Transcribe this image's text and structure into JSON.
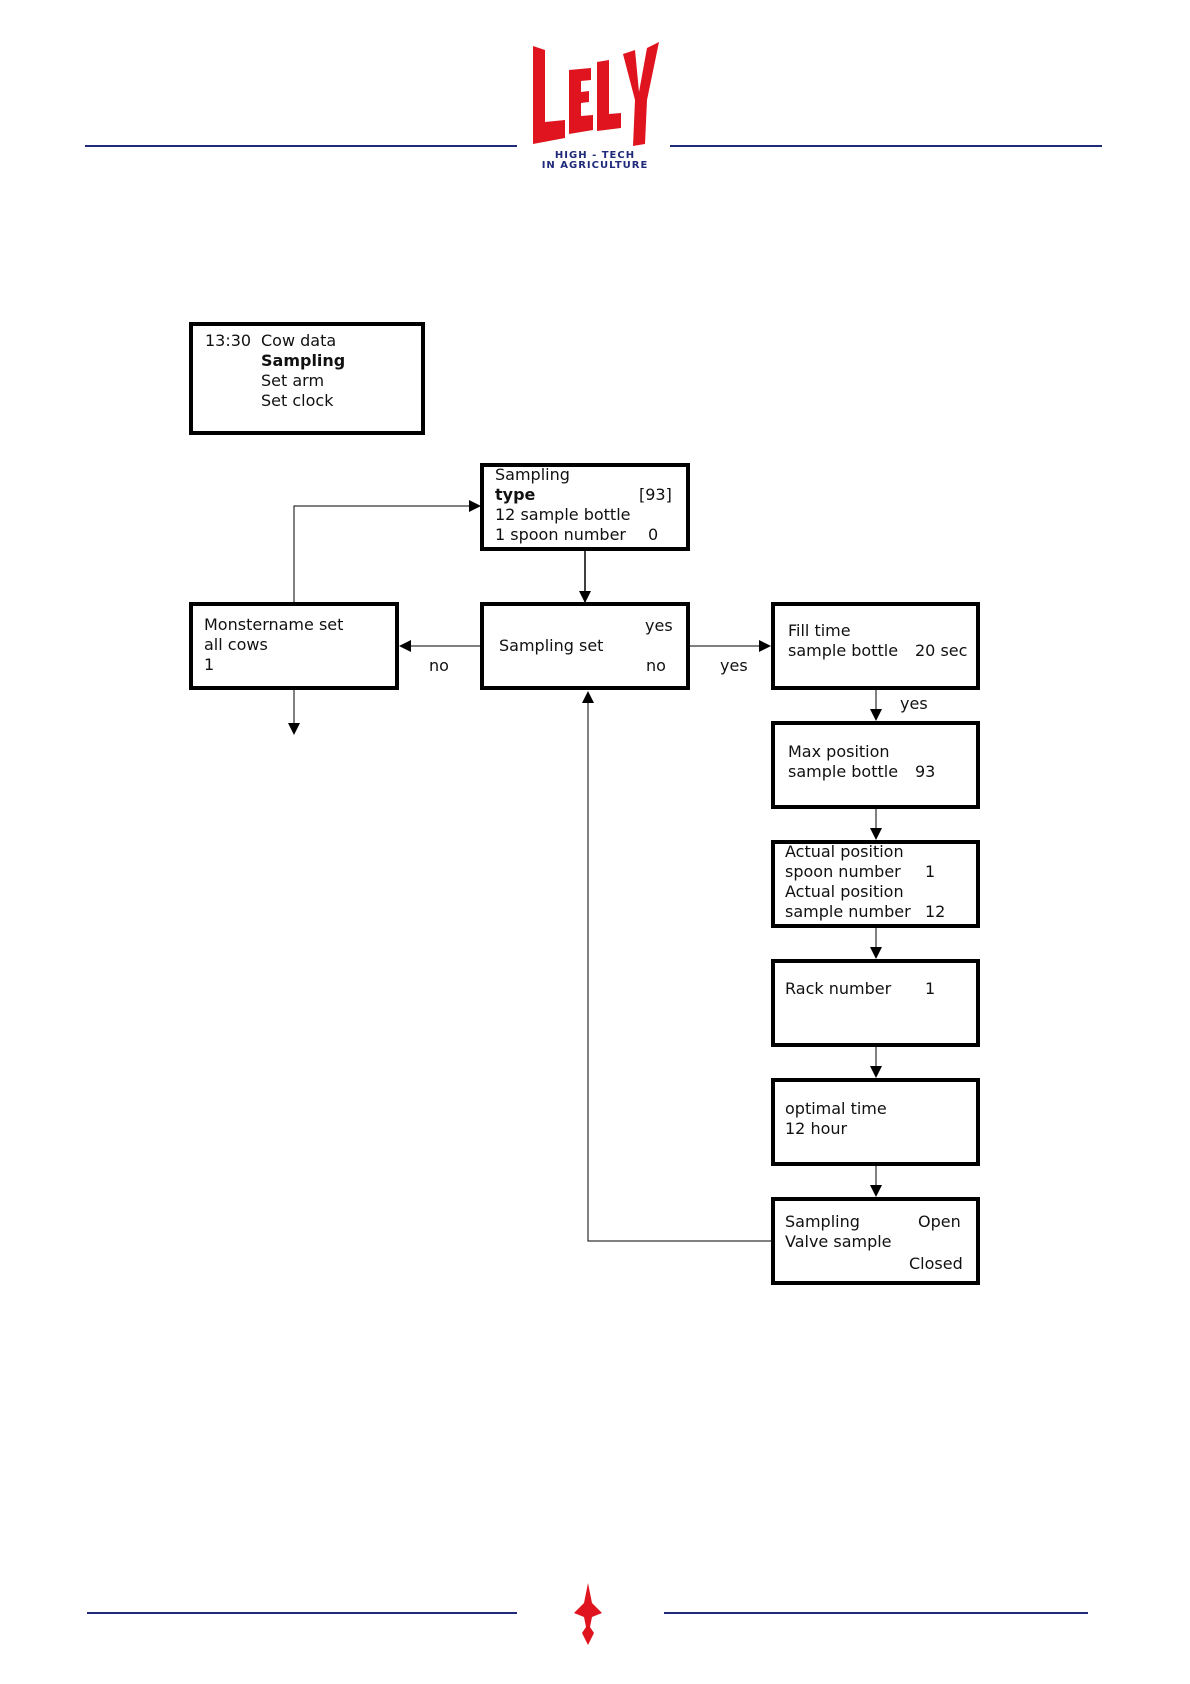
{
  "header": {
    "logo_text": "LELY",
    "tagline_line1": "HIGH - TECH",
    "tagline_line2": "IN AGRICULTURE"
  },
  "menu": {
    "time": "13:30",
    "item1": "Cow data",
    "item2": "Sampling",
    "item3": "Set arm",
    "item4": "Set clock"
  },
  "sampling_type": {
    "line1": "Sampling",
    "label": "type",
    "value": "[93]",
    "line3": "12 sample bottle",
    "line4_label": "1 spoon number",
    "line4_value": "0"
  },
  "monstername": {
    "line1": "Monstername set",
    "line2": "all cows",
    "line3": "1"
  },
  "sampling_set": {
    "label": "Sampling set",
    "yes": "yes",
    "no": "no"
  },
  "fill_time": {
    "line1": "Fill time",
    "line2_label": "sample bottle",
    "line2_value": "20 sec"
  },
  "max_position": {
    "line1": "Max position",
    "line2_label": "sample bottle",
    "line2_value": "93"
  },
  "actual_position": {
    "line1": "Actual position",
    "line2_label": "spoon number",
    "line2_value": "1",
    "line3": "Actual position",
    "line4_label": "sample number",
    "line4_value": "12"
  },
  "rack": {
    "label": "Rack number",
    "value": "1"
  },
  "optimal": {
    "line1": "optimal time",
    "line2": "12 hour"
  },
  "valve": {
    "line1": "Sampling",
    "line2": "Valve sample",
    "open": "Open",
    "closed": "Closed"
  },
  "connectors": {
    "no_label": "no",
    "yes_label_right": "yes",
    "yes_label_down": "yes"
  },
  "colors": {
    "rule": "#1f2a7a",
    "logo_red": "#e0141e"
  }
}
